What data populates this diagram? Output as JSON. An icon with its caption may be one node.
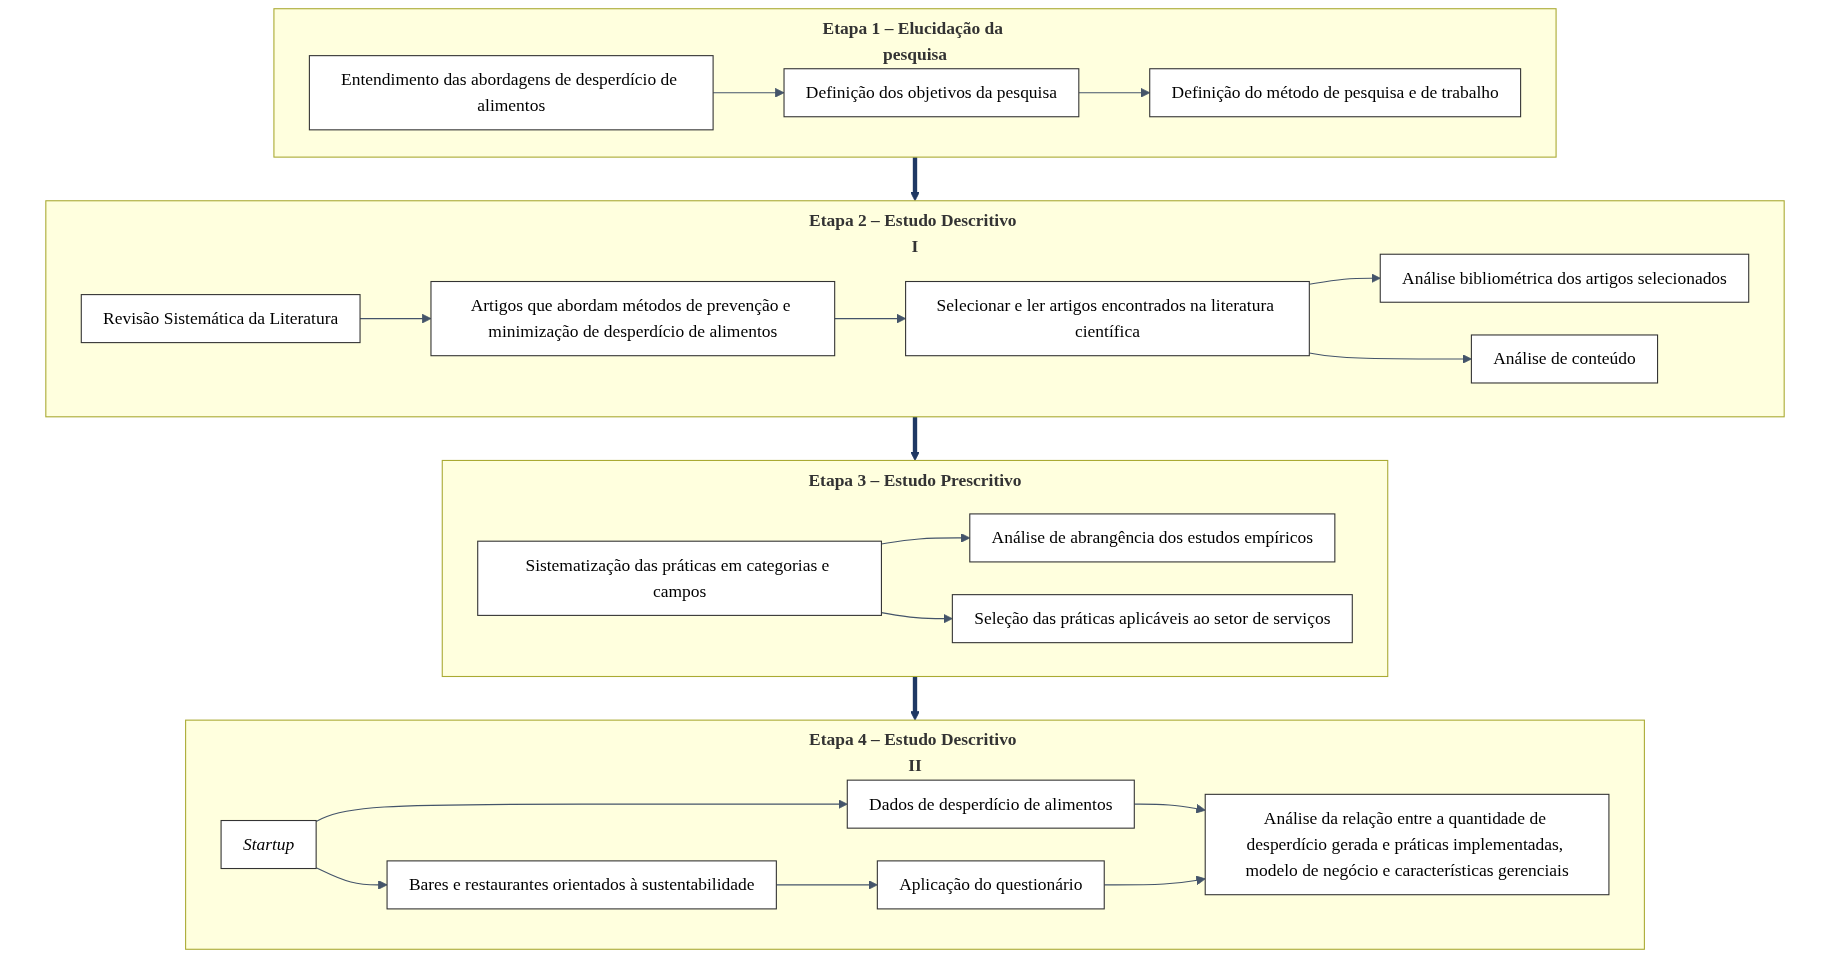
{
  "diagram": {
    "nodes": [
      {
        "text": [
          "Etapa 1 – Elucidação da pesquisa"
        ]
      },
      {
        "text": [
          "Entendimento das abordagens de desperdício de alimentos"
        ],
        "in": 0
      },
      {
        "text": [
          "Definição dos objetivos da pesquisa"
        ],
        "in": 0
      },
      {
        "text": [
          "Definição do método de pesquisa e de trabalho"
        ],
        "in": 0
      },
      {
        "text": [
          "Etapa 2 – Estudo Descritivo I"
        ]
      },
      {
        "text": [
          "Revisão Sistemática da Literatura"
        ],
        "in": 4
      },
      {
        "text": [
          "Artigos que abordam métodos de prevenção e minimização de desperdício de alimentos"
        ],
        "in": 4
      },
      {
        "text": [
          "Selecionar e ler artigos encontrados na literatura científica"
        ],
        "in": 4
      },
      {
        "text": [
          "Análise bibliométrica dos artigos selecionados"
        ],
        "in": 4
      },
      {
        "text": [
          "Análise de conteúdo"
        ],
        "in": 4
      },
      {
        "text": [
          "Etapa 3 – Estudo Prescritivo"
        ]
      },
      {
        "text": [
          "Análise de abrangência dos estudos empíricos"
        ],
        "in": 10
      },
      {
        "text": [
          "Sistematização das práticas em categorias e campos"
        ],
        "in": 10
      },
      {
        "text": [
          "Seleção das práticas aplicáveis ao setor de serviços"
        ],
        "in": 10
      },
      {
        "text": [
          "Etapa 4 – Estudo Descritivo II"
        ]
      },
      {
        "text": [
          "Startup"
        ],
        "in": 14
      },
      {
        "text": [
          "Dados de desperdício de alimentos"
        ],
        "in": 14
      },
      {
        "text": [
          "Bares e restaurantes orientados à sustentabilidade"
        ],
        "in": 14
      },
      {
        "text": [
          "Aplicação do questionário"
        ],
        "in": 14
      },
      {
        "text": [
          "Análise da relação entre a quantidade de desperdício gerada e práticas implementadas, modelo de negócio e características gerenciais"
        ],
        "in": 14
      }
    ],
    "edges": [
      {
        "from": 1,
        "to": 2,
        "arrow": "to"
      },
      {
        "from": 2,
        "to": 3,
        "arrow": "to"
      },
      {
        "from": 0,
        "to": 4,
        "arrow": "to",
        "style": "thick"
      },
      {
        "from": 5,
        "to": 6,
        "arrow": "to"
      },
      {
        "from": 6,
        "to": 7,
        "arrow": "to"
      },
      {
        "from": 7,
        "to": 8,
        "arrow": "to"
      },
      {
        "from": 7,
        "to": 9,
        "arrow": "to"
      },
      {
        "from": 4,
        "to": 10,
        "arrow": "to",
        "style": "thick"
      },
      {
        "from": 12,
        "to": 11,
        "arrow": "to"
      },
      {
        "from": 12,
        "to": 13,
        "arrow": "to"
      },
      {
        "from": 10,
        "to": 14,
        "arrow": "to",
        "style": "thick"
      },
      {
        "from": 15,
        "to": 16,
        "arrow": "to"
      },
      {
        "from": 15,
        "to": 17,
        "arrow": "to"
      },
      {
        "from": 17,
        "to": 18,
        "arrow": "to"
      },
      {
        "from": 16,
        "to": 19,
        "arrow": "to"
      },
      {
        "from": 18,
        "to": 19,
        "arrow": "to"
      }
    ]
  }
}
